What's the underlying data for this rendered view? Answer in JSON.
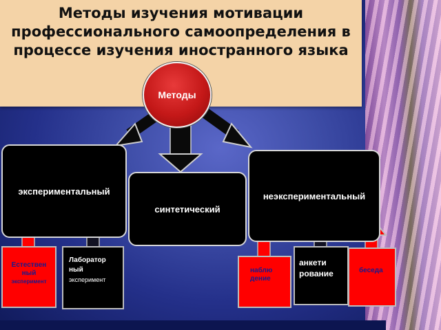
{
  "title": "Методы изучения мотивации профессионального самоопределения в процессе изучения иностранного языка",
  "center": "Методы",
  "branches": {
    "experimental": "экспериментальный",
    "synthetic": "синтетический",
    "nonexperimental": "неэкспериментальный"
  },
  "leaves": {
    "natural": [
      "Естествен",
      "ный",
      "эксперимент"
    ],
    "laboratory": [
      "Лаборатор",
      "ный",
      "эксперимент"
    ],
    "observation": [
      "наблю",
      "дение"
    ],
    "survey": [
      "анкети",
      "рование"
    ],
    "conversation": [
      "беседа"
    ]
  },
  "colors": {
    "red": "#ff0000",
    "black": "#000000",
    "arrow_dark": "#1a1a2e",
    "title_panel": "#f4d3a7",
    "circle": "#c41818",
    "leaf_text_on_red": "#1a1a8c"
  }
}
